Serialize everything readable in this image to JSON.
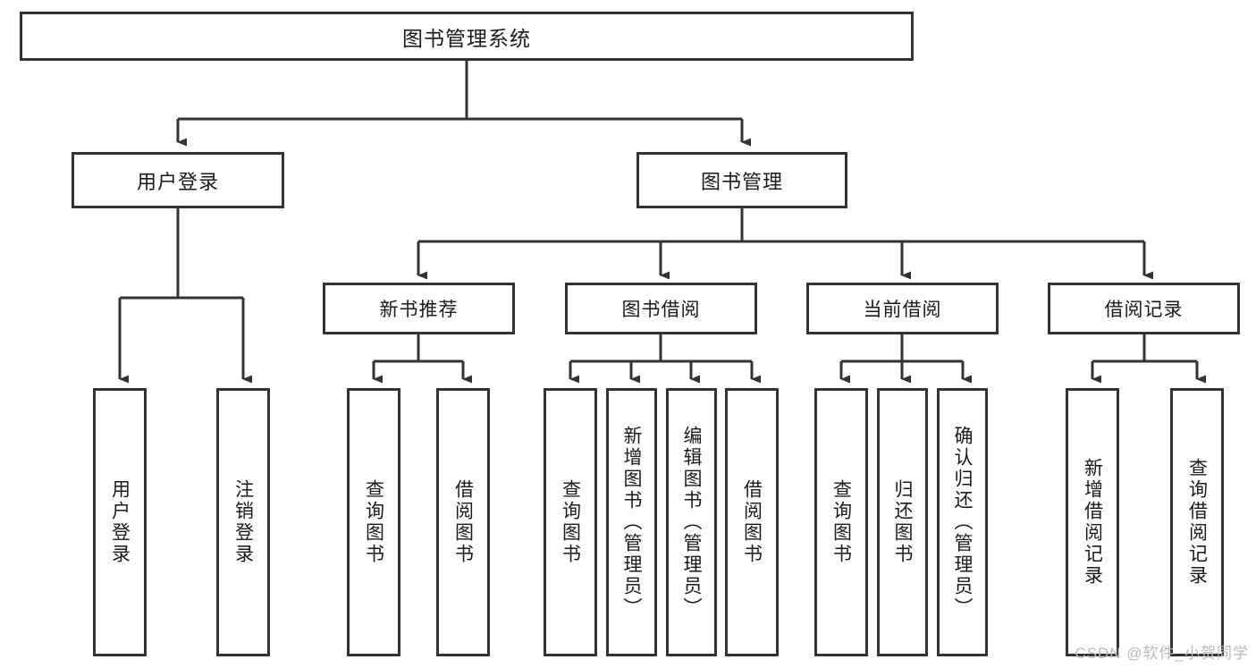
{
  "diagram": {
    "title": "图书管理系统",
    "type": "function-decomposition-tree",
    "watermark": "CSDN @软件_小贺同学",
    "colors": {
      "stroke": "#333333",
      "box_fill": "#ffffff",
      "text": "#1a1a1a",
      "background": "#ffffff",
      "watermark": "#b9b9b9"
    },
    "root": {
      "label": "图书管理系统"
    },
    "level1": [
      {
        "label": "用户登录"
      },
      {
        "label": "图书管理"
      }
    ],
    "level2": [
      {
        "label": "新书推荐"
      },
      {
        "label": "图书借阅"
      },
      {
        "label": "当前借阅"
      },
      {
        "label": "借阅记录"
      }
    ],
    "leaves": {
      "user_login": [
        {
          "label": "用户登录"
        },
        {
          "label": "注销登录"
        }
      ],
      "new_book_recommend": [
        {
          "label": "查询图书"
        },
        {
          "label": "借阅图书"
        }
      ],
      "book_borrow": [
        {
          "label": "查询图书"
        },
        {
          "label": "新增图书（管理员）"
        },
        {
          "label": "编辑图书（管理员）"
        },
        {
          "label": "借阅图书"
        }
      ],
      "current_borrow": [
        {
          "label": "查询图书"
        },
        {
          "label": "归还图书"
        },
        {
          "label": "确认归还（管理员）"
        }
      ],
      "borrow_records": [
        {
          "label": "新增借阅记录"
        },
        {
          "label": "查询借阅记录"
        }
      ]
    }
  }
}
